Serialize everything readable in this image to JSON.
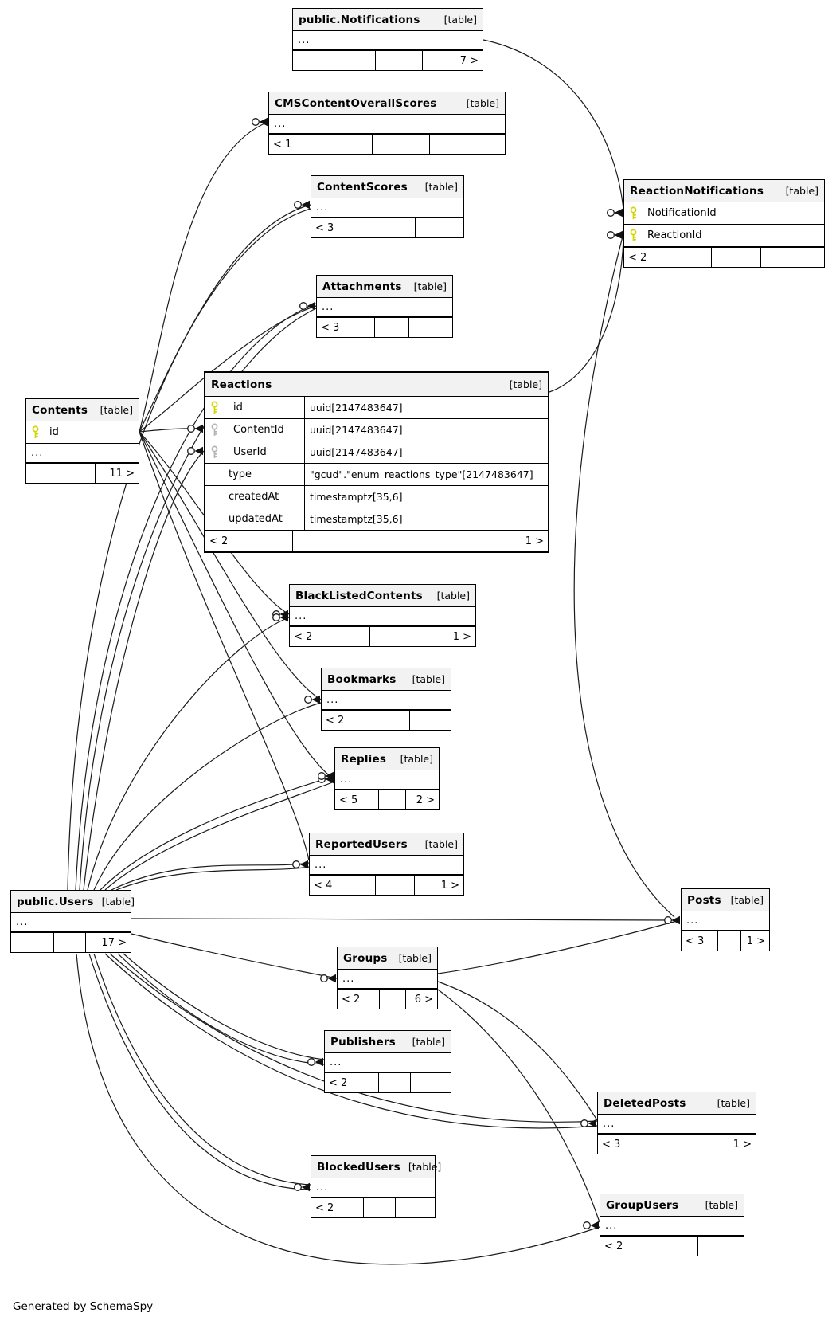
{
  "diagram": {
    "generated_by": "Generated by SchemaSpy",
    "tag": "[table]",
    "ellipsis": "...",
    "colors": {
      "pk_key": "#d4d400",
      "fk_key": "#b4b4b4",
      "header_bg": "#f2f2f2",
      "line": "#1a1a1a"
    },
    "tables": [
      {
        "id": "notifications",
        "name": "public.Notifications",
        "rows": [
          {
            "type": "ellipsis"
          }
        ],
        "footer": [
          "",
          "",
          "7 >"
        ]
      },
      {
        "id": "cms",
        "name": "CMSContentOverallScores",
        "rows": [
          {
            "type": "ellipsis"
          }
        ],
        "footer": [
          "< 1",
          "",
          ""
        ]
      },
      {
        "id": "contentscores",
        "name": "ContentScores",
        "rows": [
          {
            "type": "ellipsis"
          }
        ],
        "footer": [
          "< 3",
          "",
          ""
        ]
      },
      {
        "id": "reactionnotifications",
        "name": "ReactionNotifications",
        "rows": [
          {
            "type": "pk",
            "name": "NotificationId"
          },
          {
            "type": "pk",
            "name": "ReactionId"
          }
        ],
        "footer": [
          "< 2",
          "",
          ""
        ]
      },
      {
        "id": "attachments",
        "name": "Attachments",
        "rows": [
          {
            "type": "ellipsis"
          }
        ],
        "footer": [
          "< 3",
          "",
          ""
        ]
      },
      {
        "id": "reactions",
        "name": "Reactions",
        "focal": true,
        "rows": [
          {
            "type": "pk",
            "name": "id",
            "datatype": "uuid[2147483647]"
          },
          {
            "type": "fk",
            "name": "ContentId",
            "datatype": "uuid[2147483647]"
          },
          {
            "type": "fk",
            "name": "UserId",
            "datatype": "uuid[2147483647]"
          },
          {
            "type": "col",
            "name": "type",
            "datatype": "\"gcud\".\"enum_reactions_type\"[2147483647]"
          },
          {
            "type": "col",
            "name": "createdAt",
            "datatype": "timestamptz[35,6]"
          },
          {
            "type": "col",
            "name": "updatedAt",
            "datatype": "timestamptz[35,6]"
          }
        ],
        "footer": [
          "< 2",
          "",
          "1 >"
        ]
      },
      {
        "id": "contents",
        "name": "Contents",
        "rows": [
          {
            "type": "pk",
            "name": "id"
          },
          {
            "type": "ellipsis"
          }
        ],
        "footer": [
          "",
          "",
          "11 >"
        ]
      },
      {
        "id": "blacklisted",
        "name": "BlackListedContents",
        "rows": [
          {
            "type": "ellipsis"
          }
        ],
        "footer": [
          "< 2",
          "",
          "1 >"
        ]
      },
      {
        "id": "bookmarks",
        "name": "Bookmarks",
        "rows": [
          {
            "type": "ellipsis"
          }
        ],
        "footer": [
          "< 2",
          "",
          ""
        ]
      },
      {
        "id": "replies",
        "name": "Replies",
        "rows": [
          {
            "type": "ellipsis"
          }
        ],
        "footer": [
          "< 5",
          "",
          "2 >"
        ]
      },
      {
        "id": "reportedusers",
        "name": "ReportedUsers",
        "rows": [
          {
            "type": "ellipsis"
          }
        ],
        "footer": [
          "< 4",
          "",
          "1 >"
        ]
      },
      {
        "id": "users",
        "name": "public.Users",
        "rows": [
          {
            "type": "ellipsis"
          }
        ],
        "footer": [
          "",
          "",
          "17 >"
        ]
      },
      {
        "id": "posts",
        "name": "Posts",
        "rows": [
          {
            "type": "ellipsis"
          }
        ],
        "footer": [
          "< 3",
          "",
          "1 >"
        ]
      },
      {
        "id": "groups",
        "name": "Groups",
        "rows": [
          {
            "type": "ellipsis"
          }
        ],
        "footer": [
          "< 2",
          "",
          "6 >"
        ]
      },
      {
        "id": "publishers",
        "name": "Publishers",
        "rows": [
          {
            "type": "ellipsis"
          }
        ],
        "footer": [
          "< 2",
          "",
          ""
        ]
      },
      {
        "id": "deletedposts",
        "name": "DeletedPosts",
        "rows": [
          {
            "type": "ellipsis"
          }
        ],
        "footer": [
          "< 3",
          "",
          "1 >"
        ]
      },
      {
        "id": "blockedusers",
        "name": "BlockedUsers",
        "rows": [
          {
            "type": "ellipsis"
          }
        ],
        "footer": [
          "< 2",
          "",
          ""
        ]
      },
      {
        "id": "groupusers",
        "name": "GroupUsers",
        "rows": [
          {
            "type": "ellipsis"
          }
        ],
        "footer": [
          "< 2",
          "",
          ""
        ]
      }
    ]
  }
}
